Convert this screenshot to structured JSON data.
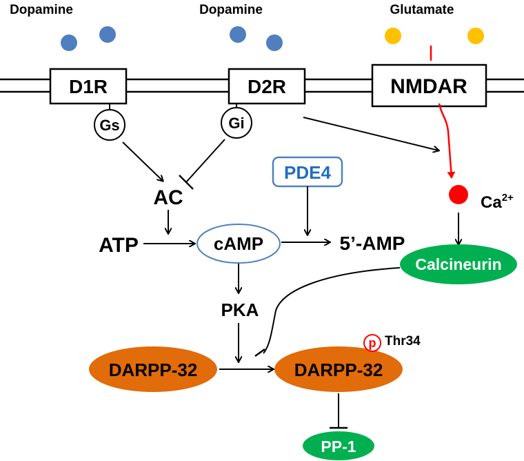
{
  "ligands": {
    "dopamine_1": "Dopamine",
    "dopamine_2": "Dopamine",
    "glutamate": "Glutamate"
  },
  "receptors": {
    "d1r": "D1R",
    "d2r": "D2R",
    "nmdar": "NMDAR"
  },
  "g_proteins": {
    "gs": "Gs",
    "gi": "Gi"
  },
  "nodes": {
    "ac": "AC",
    "atp": "ATP",
    "camp": "cAMP",
    "pde4": "PDE4",
    "amp5": "5’-AMP",
    "ca_base": "Ca",
    "ca_sup": "2+",
    "calcineurin": "Calcineurin",
    "pka": "PKA",
    "darpp_left": "DARPP-32",
    "darpp_right": "DARPP-32",
    "phospho": "p",
    "thr34": "Thr34",
    "pp1": "PP-1"
  },
  "colors": {
    "dopamine": "#4f7fbf",
    "glutamate": "#ffc000",
    "calcium": "#ff0000",
    "red_arrow": "#ff0000",
    "calcineurin": "#00b050",
    "darpp": "#e26b0a",
    "pp1": "#00b050",
    "camp_border": "#4f81bd",
    "pde4_border": "#4f81bd",
    "pde4_text": "#1f6fbf",
    "line": "#000000"
  }
}
